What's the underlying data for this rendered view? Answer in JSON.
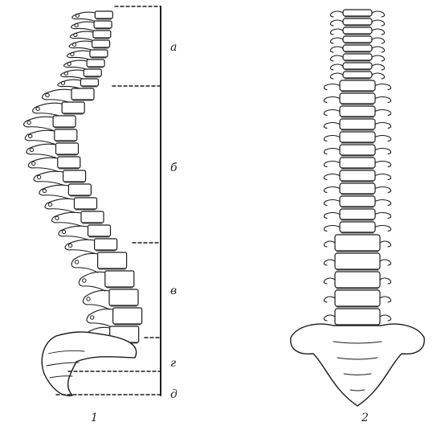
{
  "figure": {
    "region_labels": [
      "а",
      "б",
      "в",
      "г",
      "д"
    ],
    "view_labels": [
      "1",
      "2"
    ]
  }
}
